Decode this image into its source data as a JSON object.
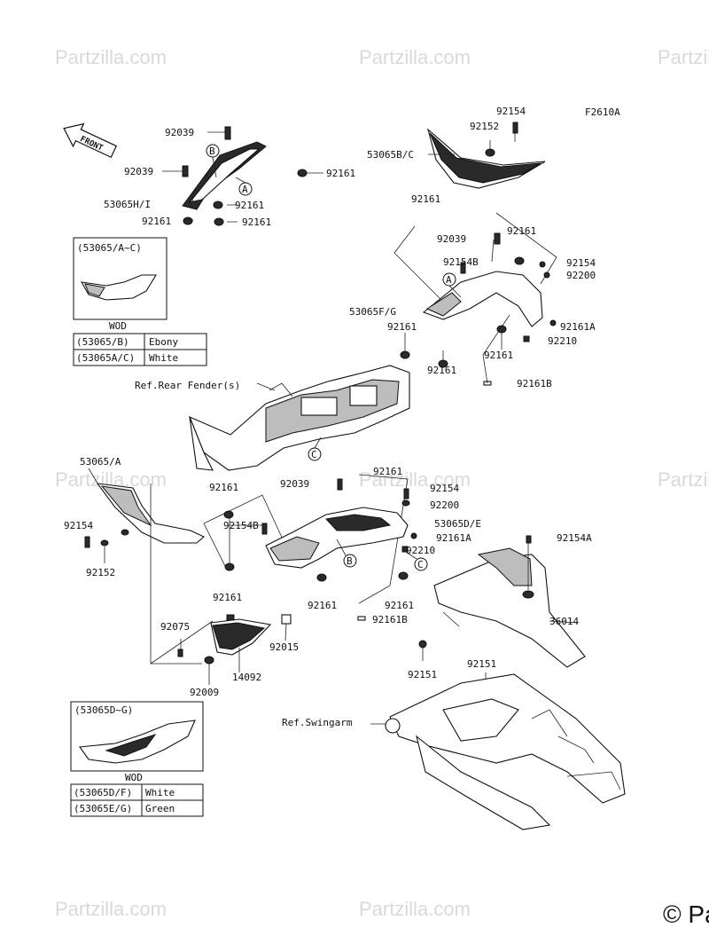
{
  "watermark": {
    "text": "Partzilla.com",
    "corner_text": "Pa"
  },
  "diagram_code": "F2610A",
  "front_arrow": "FRONT",
  "reference_labels": {
    "rear_fender": "Ref.Rear Fender(s)",
    "swingarm": "Ref.Swingarm"
  },
  "circle_markers": [
    "A",
    "B",
    "C"
  ],
  "part_labels": [
    "92039",
    "92039",
    "53065H/I",
    "92161",
    "92161",
    "92161",
    "92161",
    "92154",
    "92152",
    "53065B/C",
    "92161",
    "92039",
    "92161",
    "92154B",
    "92154",
    "92200",
    "53065F/G",
    "92161A",
    "92210",
    "92161",
    "92161",
    "92161",
    "92161B",
    "53065/A",
    "92154",
    "92152",
    "92161",
    "92154B",
    "92161",
    "92039",
    "92161",
    "92154",
    "92200",
    "53065D/E",
    "92161A",
    "92210",
    "92161",
    "92161",
    "92161B",
    "92075",
    "92015",
    "14092",
    "92009",
    "92154A",
    "36014",
    "92151",
    "92151"
  ],
  "inset_top": {
    "title": "(53065/A~C)",
    "caption": "WOD",
    "rows": [
      {
        "code": "(53065/B)",
        "color": "Ebony"
      },
      {
        "code": "(53065A/C)",
        "color": "White"
      }
    ]
  },
  "inset_bottom": {
    "title": "(53065D~G)",
    "caption": "WOD",
    "rows": [
      {
        "code": "(53065D/F)",
        "color": "White"
      },
      {
        "code": "(53065E/G)",
        "color": "Green"
      }
    ]
  }
}
